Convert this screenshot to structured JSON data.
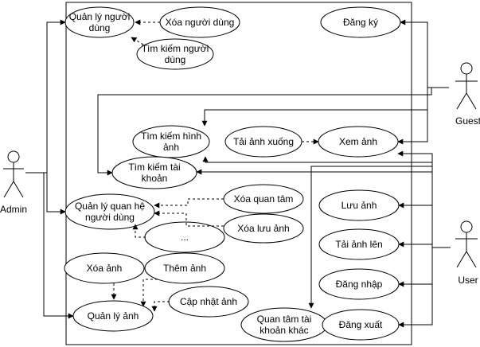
{
  "actors": {
    "admin": "Admin",
    "guest": "Guest",
    "user": "User"
  },
  "use_cases": {
    "quan_ly_nguoi_dung": "Quản lý người\ndùng",
    "xoa_nguoi_dung": "Xóa người dùng",
    "tim_kiem_nguoi_dung": "Tìm kiếm người\ndùng",
    "dang_ky": "Đăng ký",
    "tim_kiem_hinh_anh": "Tìm kiếm hình\nảnh",
    "tai_anh_xuong": "Tải ảnh xuống",
    "xem_anh": "Xem ảnh",
    "tim_kiem_tai_khoan": "Tìm kiếm tài\nkhoản",
    "quan_ly_quan_he": "Quản lý quan hệ\nngười dùng",
    "xoa_quan_tam": "Xóa quan tâm",
    "xoa_luu_anh": "Xóa lưu ảnh",
    "ellipsis": "...",
    "luu_anh": "Lưu ảnh",
    "tai_anh_len": "Tải ảnh lên",
    "dang_nhap": "Đăng nhập",
    "xoa_anh": "Xóa ảnh",
    "them_anh": "Thêm ảnh",
    "cap_nhat_anh": "Cập nhật ảnh",
    "quan_ly_anh": "Quản lý ảnh",
    "quan_tam_tai_khoan_khac": "Quan tâm tài\nkhoản khác",
    "dang_xuat": "Đăng xuất"
  }
}
